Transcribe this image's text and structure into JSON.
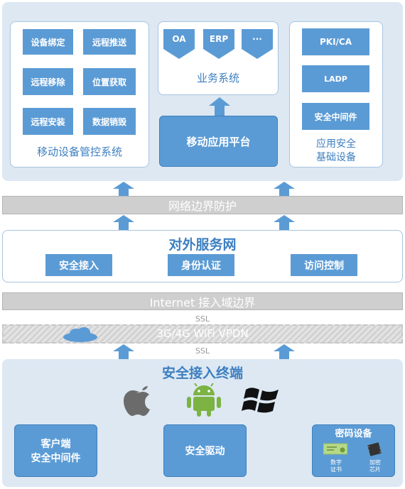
{
  "top_panel": {
    "device_mgmt": {
      "items": [
        "设备绑定",
        "远程推送",
        "远程移除",
        "位置获取",
        "远程安装",
        "数据销毁"
      ],
      "title": "移动设备管控系统"
    },
    "business": {
      "items": [
        "OA",
        "ERP",
        "···"
      ],
      "title": "业务系统"
    },
    "platform": "移动应用平台",
    "security_infra": {
      "items": [
        "PKI/CA",
        "LADP",
        "安全中间件"
      ],
      "title_line1": "应用安全",
      "title_line2": "基础设备"
    }
  },
  "bar_boundary": "网络边界防护",
  "external": {
    "title": "对外服务网",
    "items": [
      "安全接入",
      "身份认证",
      "访问控制"
    ]
  },
  "bar_internet": "Internet 接入域边界",
  "ssl_top": "SSL",
  "bar_vpdn": "3G/4G WiFi VPDN",
  "ssl_bottom": "SSL",
  "terminal": {
    "title": "安全接入终端",
    "client_line1": "客户端",
    "client_line2": "安全中间件",
    "driver": "安全驱动",
    "crypto": {
      "title": "密码设备",
      "cert_line1": "数字",
      "cert_line2": "证书",
      "chip_line1": "加密",
      "chip_line2": "芯片"
    }
  },
  "colors": {
    "accent": "#5b9bd5",
    "panel_bg": "#dde8f3",
    "bar": "#cfcfcf"
  }
}
